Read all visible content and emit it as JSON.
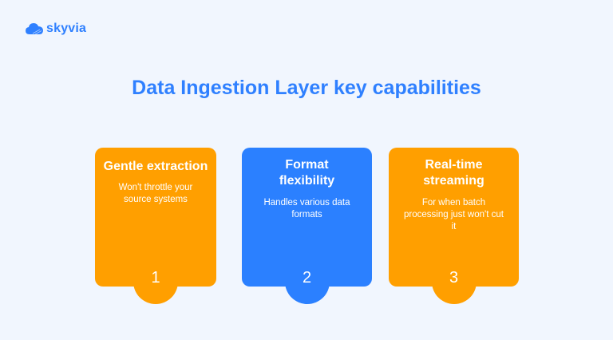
{
  "brand": {
    "name": "skyvia",
    "icon": "cloud-icon",
    "color": "#2f80ff"
  },
  "title": "Data Ingestion Layer key capabilities",
  "colors": {
    "background": "#f1f6fe",
    "title": "#2f80ff",
    "orange": "#ff9f00",
    "blue": "#2b80ff"
  },
  "cards": [
    {
      "number": "1",
      "heading": "Gentle extraction",
      "description": "Won't throttle your source systems",
      "color": "#ff9f00"
    },
    {
      "number": "2",
      "heading": "Format flexibility",
      "description": "Handles various data formats",
      "color": "#2b80ff"
    },
    {
      "number": "3",
      "heading": "Real-time streaming",
      "description": "For when batch processing just won't cut it",
      "color": "#ff9f00"
    }
  ]
}
